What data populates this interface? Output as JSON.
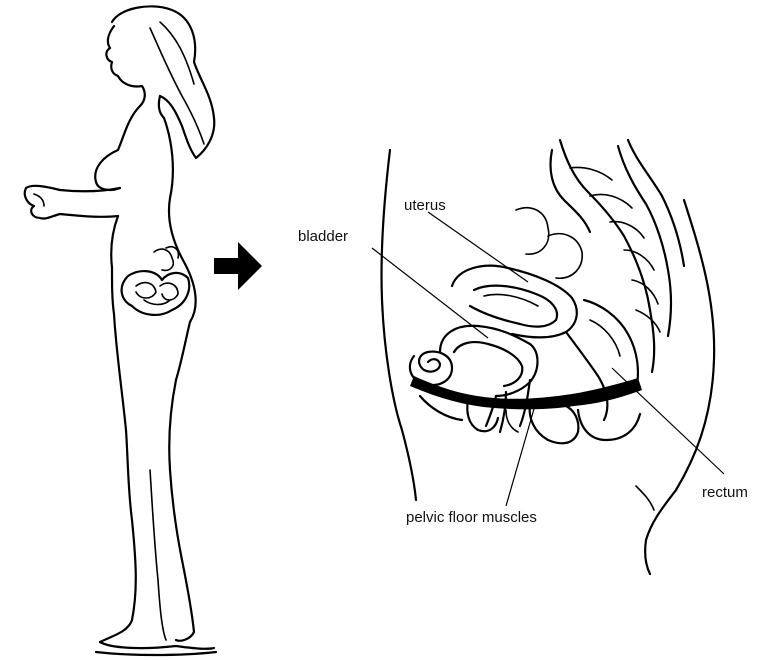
{
  "labels": {
    "bladder": "bladder",
    "uterus": "uterus",
    "rectum": "rectum",
    "pelvic_floor": "pelvic floor muscles"
  },
  "icons": {
    "arrow": "arrow-right-icon"
  },
  "colors": {
    "ink": "#000000",
    "background": "#ffffff"
  }
}
